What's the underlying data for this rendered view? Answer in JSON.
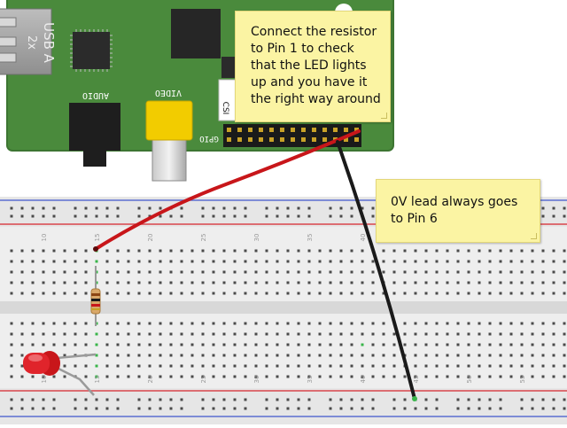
{
  "board": {
    "usb_label": "USB A",
    "usb_count_label": "2x",
    "audio_label": "AUDIO",
    "video_label": "VIDEO",
    "gpio_label": "GPIO",
    "csi_label": "CSI",
    "board_color": "#4a8a3c",
    "board_edge_color": "#3d7532"
  },
  "breadboard": {
    "column_numbers": [
      "10",
      "15",
      "20",
      "25",
      "30",
      "35",
      "40",
      "45",
      "50",
      "55"
    ],
    "rail_red_color": "#d9454b",
    "rail_blue_color": "#5b6fd1",
    "hole_color": "#4a4a4a",
    "active_hole_color": "#39b54a"
  },
  "wires": {
    "signal_color": "#c8161a",
    "ground_color": "#1a1a1a"
  },
  "components": {
    "led_color": "#e0242b",
    "resistor_body_color": "#d9a86a"
  },
  "notes": {
    "pin1_text": "Connect the resistor\nto Pin 1 to check\nthat the LED lights\nup and you have it\nthe right way around",
    "pin6_text": "0V lead always goes\nto Pin 6",
    "note_color": "#fbf4a3"
  }
}
